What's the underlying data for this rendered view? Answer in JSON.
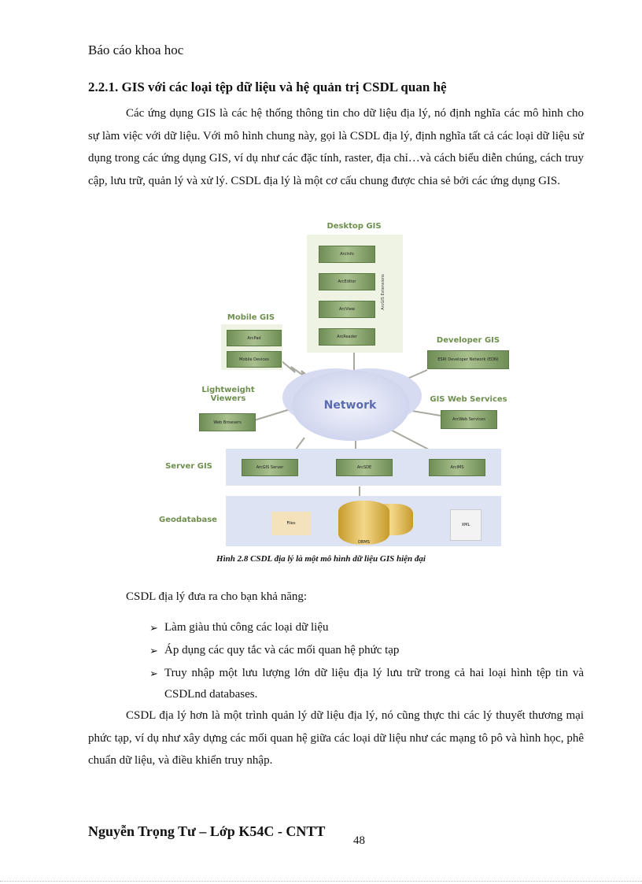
{
  "header": "Báo cáo khoa hoc",
  "heading": "2.2.1. GIS với các loại tệp dữ liệu và hệ quản trị CSDL quan hệ",
  "para1": "Các ứng dụng GIS là các hệ thống thông tin cho dữ liệu địa lý, nó định nghĩa các mô hình cho sự làm việc với dữ liệu. Với mô hình chung này, gọi là CSDL địa lý, định nghĩa tất cả các loại dữ liệu sử dụng trong các ứng dụng GIS, ví dụ như các đặc tính, raster, địa chỉ…và cách biểu diễn chúng, cách truy cập, lưu trữ, quản lý và xử lý. CSDL địa lý là một cơ cấu chung được chia sẻ bởi các ứng dụng GIS.",
  "figure": {
    "desktop_gis": "Desktop GIS",
    "arcinfo": "ArcInfo",
    "arceditor": "ArcEditor",
    "arcview": "ArcView",
    "arcreader": "ArcReader",
    "extensions": "ArcGIS Extensions",
    "mobile_gis": "Mobile GIS",
    "arcpad": "ArcPad",
    "mobile_devices": "Mobile Devices",
    "developer_gis": "Developer GIS",
    "edn": "ESRI Developer Network (EDN)",
    "lightweight": "Lightweight Viewers",
    "web_browsers": "Web Browsers",
    "web_services": "GIS Web Services",
    "arcweb": "ArcWeb Services",
    "network": "Network",
    "server_gis": "Server GIS",
    "arcgis_server": "ArcGIS Server",
    "arcsde": "ArcSDE",
    "arcims": "ArcIMS",
    "geodatabase": "Geodatabase",
    "files": "Files",
    "dbms": "DBMS",
    "xml": "XML"
  },
  "caption": "Hình  2.8 CSDL địa lý là một mô hình dữ liệu GIS hiện đại",
  "lead": "CSDL địa lý đưa ra cho bạn khả năng:",
  "bullets": [
    "Làm giàu thủ công các loại dữ liệu",
    "Áp dụng các quy tắc và các mối quan hệ phức tạp",
    "Truy nhập một lưu lượng lớn dữ liệu địa lý lưu trữ trong cả hai loại hình tệp tin và CSDLnd  databases."
  ],
  "bullet_glyph": "➢",
  "para2": "CSDL địa lý hơn là một trình quản lý dữ liệu địa lý, nó cũng thực thi các lý thuyết thương mại phức tạp, ví dụ như xây dựng các mối quan hệ giữa các loại dữ liệu như các mạng tô pô và hình học, phê chuẩn dữ liệu, và điều khiển truy nhập.",
  "footer": "Nguyễn Trọng Tư – Lớp K54C - CNTT",
  "page_number": "48"
}
